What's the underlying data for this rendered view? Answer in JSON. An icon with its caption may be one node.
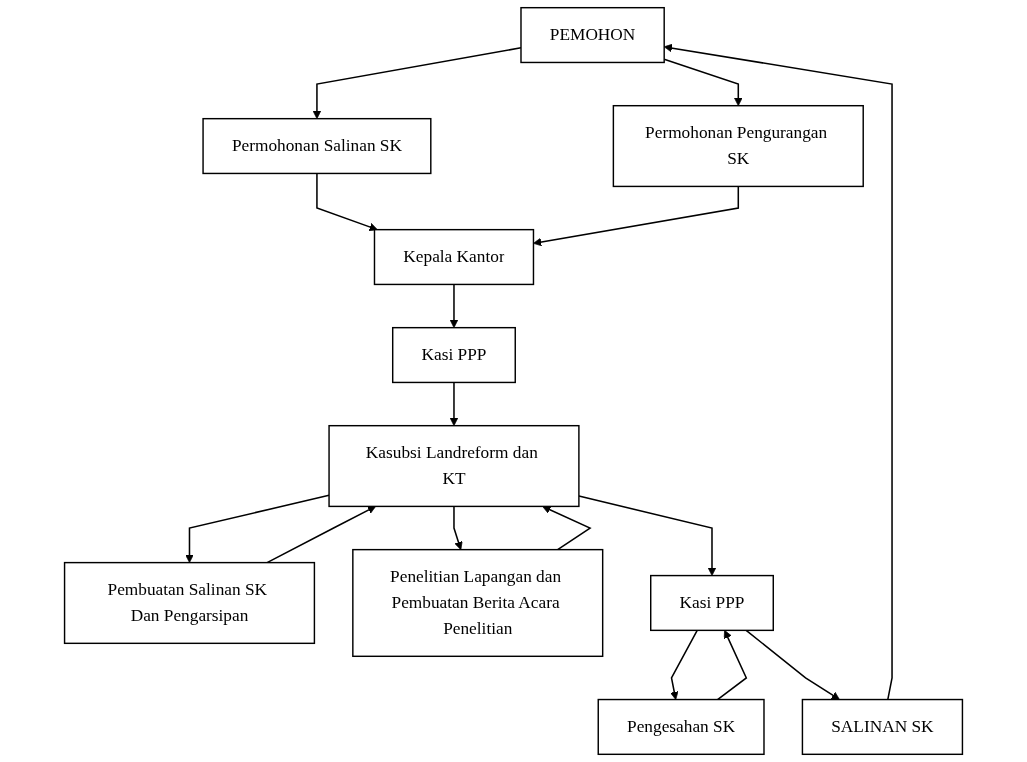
{
  "diagram": {
    "nodes": [
      {
        "text": [
          "PEMOHON"
        ]
      },
      {
        "text": [
          "Permohonan Salinan SK"
        ]
      },
      {
        "text": [
          "Permohonan Pengurangan SK"
        ]
      },
      {
        "text": [
          "Kepala Kantor"
        ]
      },
      {
        "text": [
          "Kasi PPP"
        ]
      },
      {
        "text": [
          "Pembuatan Salinan SK Dan Pengarsipan"
        ]
      },
      {
        "text": [
          "Kasubsi Landreform dan KT"
        ]
      },
      {
        "text": [
          "Penelitian Lapangan dan Pembuatan Berita Acara Penelitian"
        ]
      },
      {
        "text": [
          "Kasi PPP"
        ]
      },
      {
        "text": [
          "Pengesahan SK"
        ]
      },
      {
        "text": [
          "SALINAN SK"
        ]
      }
    ],
    "edges": [
      {
        "from": 0,
        "to": 1,
        "arrow": "to"
      },
      {
        "from": 0,
        "to": 2,
        "arrow": "to"
      },
      {
        "from": 1,
        "to": 3,
        "arrow": "to"
      },
      {
        "from": 2,
        "to": 3,
        "arrow": "to"
      },
      {
        "from": 3,
        "to": 4,
        "arrow": "to"
      },
      {
        "from": 4,
        "to": 6,
        "arrow": "to"
      },
      {
        "from": 5,
        "to": 6,
        "arrow": "to"
      },
      {
        "from": 6,
        "to": 5,
        "arrow": "to"
      },
      {
        "from": 6,
        "to": 7,
        "arrow": "to"
      },
      {
        "from": 7,
        "to": 6,
        "arrow": "to"
      },
      {
        "from": 6,
        "to": 8,
        "arrow": "to"
      },
      {
        "from": 8,
        "to": 9,
        "arrow": "to"
      },
      {
        "from": 9,
        "to": 8,
        "arrow": "to"
      },
      {
        "from": 8,
        "to": 10,
        "arrow": "to"
      },
      {
        "from": 10,
        "to": 0,
        "arrow": "to"
      }
    ]
  }
}
